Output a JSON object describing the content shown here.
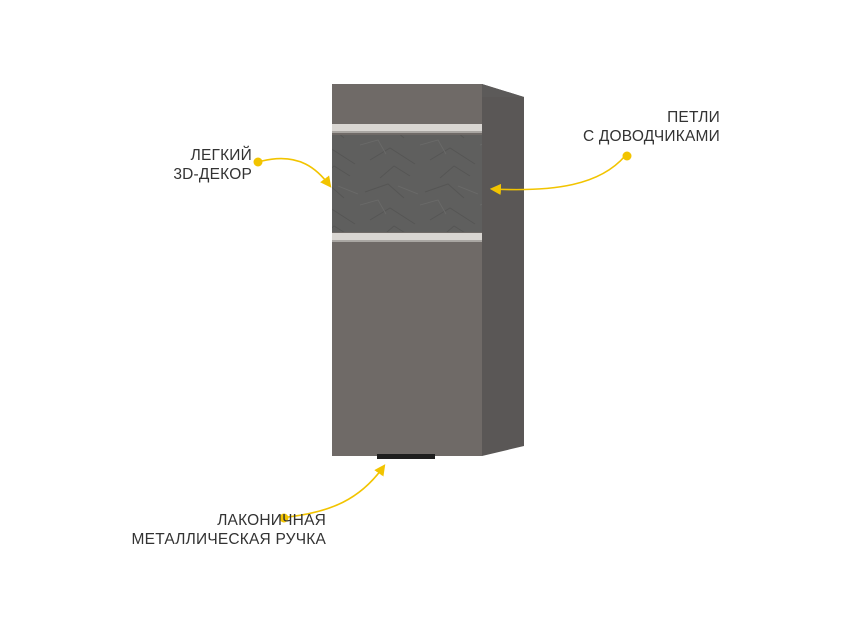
{
  "callouts": {
    "decor": {
      "lines": [
        "ЛЕГКИЙ",
        "3D-ДЕКОР"
      ]
    },
    "hinges": {
      "lines": [
        "ПЕТЛИ",
        "С ДОВОДЧИКАМИ"
      ]
    },
    "handle": {
      "lines": [
        "ЛАКОНИЧНАЯ",
        "МЕТАЛЛИЧЕСКАЯ РУЧКА"
      ]
    }
  },
  "colors": {
    "accent_dot": "#f2c400",
    "arrow": "#f2c400",
    "cabinet_front": "#6f6a67",
    "cabinet_side": "#5a5756",
    "decor_panel": "#5f5f5e",
    "trim": "#d9d6d2",
    "handle": "#1e1e1e",
    "text": "#333333"
  }
}
